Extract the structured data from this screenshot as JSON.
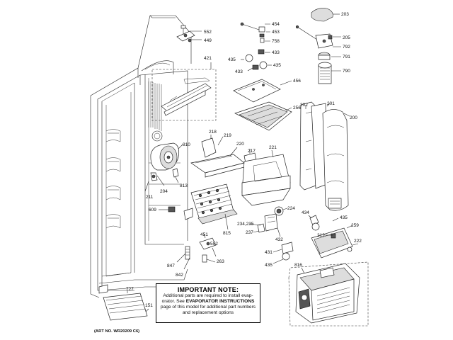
{
  "note": {
    "title": "IMPORTANT NOTE:",
    "line1": "Additional parts are required to install evap-",
    "line2a": "orator.  See ",
    "line2b": "EVAPORATOR INSTRUCTIONS",
    "line3": "page of this model for additional part numbers",
    "line4": "and replacement options"
  },
  "art_number": "(ART NO. WR20209 C6)",
  "part_numbers": {
    "p552a": "552",
    "p449": "449",
    "p421": "421",
    "p810": "810",
    "p813": "813",
    "p204": "204",
    "p211": "211",
    "p609": "609",
    "p218": "218",
    "p219": "219",
    "p220": "220",
    "p217": "217",
    "p221": "221",
    "p815": "815",
    "p451": "451",
    "p552b": "552",
    "p263": "263",
    "p847": "847",
    "p842": "842",
    "p727": "727",
    "p151": "151",
    "p454": "454",
    "p453": "453",
    "p758": "758",
    "p433a": "433",
    "p435a": "435",
    "p433b": "433",
    "p435b": "435",
    "p456": "456",
    "p256": "256",
    "p202": "202",
    "p201": "201",
    "p200": "200",
    "p224": "224",
    "p234": "234,235",
    "p237": "237",
    "p432": "432",
    "p431": "431",
    "p435c": "435",
    "p203": "203",
    "p205": "205",
    "p792": "792",
    "p791": "791",
    "p790": "790",
    "p434": "434",
    "p435d": "435",
    "p212": "212",
    "p259": "259",
    "p222": "222",
    "p816": "816"
  }
}
